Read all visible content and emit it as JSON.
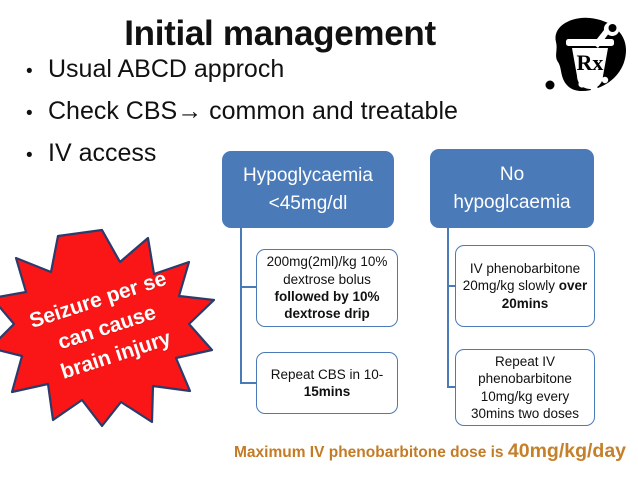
{
  "slide": {
    "title": "Initial management",
    "icon": "rx-mortar-pestle-icon",
    "rx_label": "Rx"
  },
  "bullets": [
    {
      "marker": "•",
      "text": "Usual ABCD approch"
    },
    {
      "marker": "•",
      "text": "Check CBS→ common and treatable"
    },
    {
      "marker": "•",
      "text": "IV access"
    }
  ],
  "flow": {
    "left": {
      "header": "Hypoglycaemia\n<45mg/dl",
      "header_line1": "Hypoglycaemia",
      "header_line2": "<45mg/dl",
      "steps": [
        {
          "normal_1": "200mg(2ml)/kg 10% dextrose bolus ",
          "bold_1": "followed by 10% dextrose drip"
        },
        {
          "normal_1": "Repeat CBS in 10-",
          "bold_1": "15mins"
        }
      ]
    },
    "right": {
      "header": "No\nhypoglcaemia",
      "header_line1": "No",
      "header_line2": "hypoglcaemia",
      "steps": [
        {
          "normal_1": "IV phenobarbitone 20mg/kg  slowly ",
          "bold_1": "over 20mins"
        },
        {
          "normal_1": "Repeat IV phenobarbitone 10mg/kg every 30mins two doses",
          "bold_1": ""
        }
      ]
    }
  },
  "callout": {
    "text": "Seizure per se\ncan cause\nbrain injury",
    "shape": "starburst",
    "fill_color": "#FA1616",
    "outline_color": "#2B3B6B",
    "text_color": "#FFFFFF"
  },
  "footer": {
    "lead": "Maximum IV phenobarbitone dose is ",
    "emphasis": "40mg/kg/day",
    "color": "#C47B25"
  },
  "colors": {
    "blue_fill": "#4A7AB8",
    "blue_border": "#4A7AB8",
    "title": "#111111",
    "red": "#FA1616",
    "orange": "#C47B25"
  }
}
